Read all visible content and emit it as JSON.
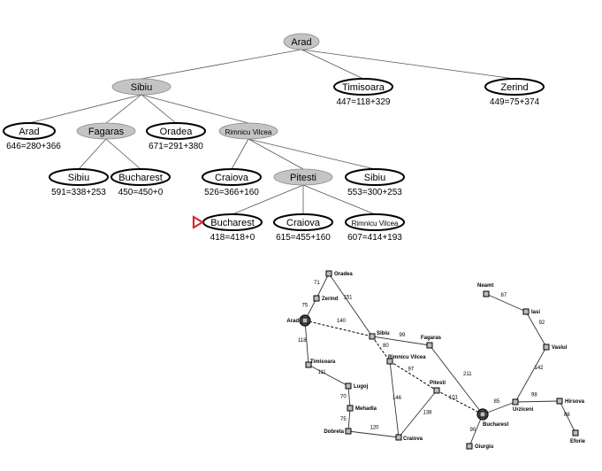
{
  "tree": {
    "nodes": [
      {
        "id": "n0",
        "label": "Arad",
        "state": "expanded",
        "eval": ""
      },
      {
        "id": "n1",
        "label": "Sibiu",
        "state": "expanded",
        "eval": ""
      },
      {
        "id": "n2",
        "label": "Timisoara",
        "state": "frontier",
        "eval": "447=118+329"
      },
      {
        "id": "n3",
        "label": "Zerind",
        "state": "frontier",
        "eval": "449=75+374"
      },
      {
        "id": "n4",
        "label": "Arad",
        "state": "frontier",
        "eval": "646=280+366"
      },
      {
        "id": "n5",
        "label": "Fagaras",
        "state": "expanded",
        "eval": ""
      },
      {
        "id": "n6",
        "label": "Oradea",
        "state": "frontier",
        "eval": "671=291+380"
      },
      {
        "id": "n7",
        "label": "Rimnicu Vilcea",
        "state": "expanded",
        "eval": ""
      },
      {
        "id": "n8",
        "label": "Sibiu",
        "state": "frontier",
        "eval": "591=338+253"
      },
      {
        "id": "n9",
        "label": "Bucharest",
        "state": "frontier",
        "eval": "450=450+0"
      },
      {
        "id": "n10",
        "label": "Craiova",
        "state": "frontier",
        "eval": "526=366+160"
      },
      {
        "id": "n11",
        "label": "Pitesti",
        "state": "expanded",
        "eval": ""
      },
      {
        "id": "n12",
        "label": "Sibiu",
        "state": "frontier",
        "eval": "553=300+253"
      },
      {
        "id": "n13",
        "label": "Bucharest",
        "state": "goal",
        "eval": "418=418+0"
      },
      {
        "id": "n14",
        "label": "Craiova",
        "state": "frontier",
        "eval": "615=455+160"
      },
      {
        "id": "n15",
        "label": "Rimnicu Vilcea",
        "state": "frontier",
        "eval": "607=414+193"
      }
    ],
    "edges": [
      [
        "n0",
        "n1"
      ],
      [
        "n0",
        "n2"
      ],
      [
        "n0",
        "n3"
      ],
      [
        "n1",
        "n4"
      ],
      [
        "n1",
        "n5"
      ],
      [
        "n1",
        "n6"
      ],
      [
        "n1",
        "n7"
      ],
      [
        "n5",
        "n8"
      ],
      [
        "n5",
        "n9"
      ],
      [
        "n7",
        "n10"
      ],
      [
        "n7",
        "n11"
      ],
      [
        "n7",
        "n12"
      ],
      [
        "n11",
        "n13"
      ],
      [
        "n11",
        "n14"
      ],
      [
        "n11",
        "n15"
      ]
    ],
    "colors": {
      "expanded": "#c4c4c4",
      "frontier": "#ffffff",
      "goal_marker": "#e02020"
    }
  },
  "map": {
    "cities": [
      {
        "id": "oradea",
        "name": "Oradea",
        "major": false
      },
      {
        "id": "zerind",
        "name": "Zerind",
        "major": false
      },
      {
        "id": "arad",
        "name": "Arad",
        "major": true
      },
      {
        "id": "timisoara",
        "name": "Timisoara",
        "major": false
      },
      {
        "id": "lugoj",
        "name": "Lugoj",
        "major": false
      },
      {
        "id": "mehadia",
        "name": "Mehadia",
        "major": false
      },
      {
        "id": "dobreta",
        "name": "Dobreta",
        "major": false
      },
      {
        "id": "craiova",
        "name": "Craiova",
        "major": false
      },
      {
        "id": "sibiu",
        "name": "Sibiu",
        "major": false
      },
      {
        "id": "rimnicu",
        "name": "Rimnicu Vilcea",
        "major": false
      },
      {
        "id": "fagaras",
        "name": "Fagaras",
        "major": false
      },
      {
        "id": "pitesti",
        "name": "Pitesti",
        "major": false
      },
      {
        "id": "bucharest",
        "name": "Bucharest",
        "major": true
      },
      {
        "id": "giurgiu",
        "name": "Giurgiu",
        "major": false
      },
      {
        "id": "urziceni",
        "name": "Urziceni",
        "major": false
      },
      {
        "id": "hirsova",
        "name": "Hirsova",
        "major": false
      },
      {
        "id": "eforie",
        "name": "Eforie",
        "major": false
      },
      {
        "id": "vaslui",
        "name": "Vaslui",
        "major": false
      },
      {
        "id": "iasi",
        "name": "Iasi",
        "major": false
      },
      {
        "id": "neamt",
        "name": "Neamt",
        "major": false
      }
    ],
    "roads": [
      {
        "a": "oradea",
        "b": "zerind",
        "d": "71",
        "path": false
      },
      {
        "a": "zerind",
        "b": "arad",
        "d": "75",
        "path": false
      },
      {
        "a": "oradea",
        "b": "sibiu",
        "d": "151",
        "path": false
      },
      {
        "a": "arad",
        "b": "sibiu",
        "d": "140",
        "path": true
      },
      {
        "a": "arad",
        "b": "timisoara",
        "d": "118",
        "path": false
      },
      {
        "a": "timisoara",
        "b": "lugoj",
        "d": "111",
        "path": false
      },
      {
        "a": "lugoj",
        "b": "mehadia",
        "d": "70",
        "path": false
      },
      {
        "a": "mehadia",
        "b": "dobreta",
        "d": "75",
        "path": false
      },
      {
        "a": "dobreta",
        "b": "craiova",
        "d": "120",
        "path": false
      },
      {
        "a": "sibiu",
        "b": "fagaras",
        "d": "99",
        "path": false
      },
      {
        "a": "sibiu",
        "b": "rimnicu",
        "d": "80",
        "path": true
      },
      {
        "a": "rimnicu",
        "b": "pitesti",
        "d": "97",
        "path": true
      },
      {
        "a": "rimnicu",
        "b": "craiova",
        "d": "146",
        "path": false
      },
      {
        "a": "craiova",
        "b": "pitesti",
        "d": "138",
        "path": false
      },
      {
        "a": "fagaras",
        "b": "bucharest",
        "d": "211",
        "path": false
      },
      {
        "a": "pitesti",
        "b": "bucharest",
        "d": "101",
        "path": true
      },
      {
        "a": "bucharest",
        "b": "giurgiu",
        "d": "90",
        "path": false
      },
      {
        "a": "bucharest",
        "b": "urziceni",
        "d": "85",
        "path": false
      },
      {
        "a": "urziceni",
        "b": "hirsova",
        "d": "98",
        "path": false
      },
      {
        "a": "hirsova",
        "b": "eforie",
        "d": "86",
        "path": false
      },
      {
        "a": "urziceni",
        "b": "vaslui",
        "d": "142",
        "path": false
      },
      {
        "a": "vaslui",
        "b": "iasi",
        "d": "92",
        "path": false
      },
      {
        "a": "iasi",
        "b": "neamt",
        "d": "87",
        "path": false
      }
    ]
  }
}
